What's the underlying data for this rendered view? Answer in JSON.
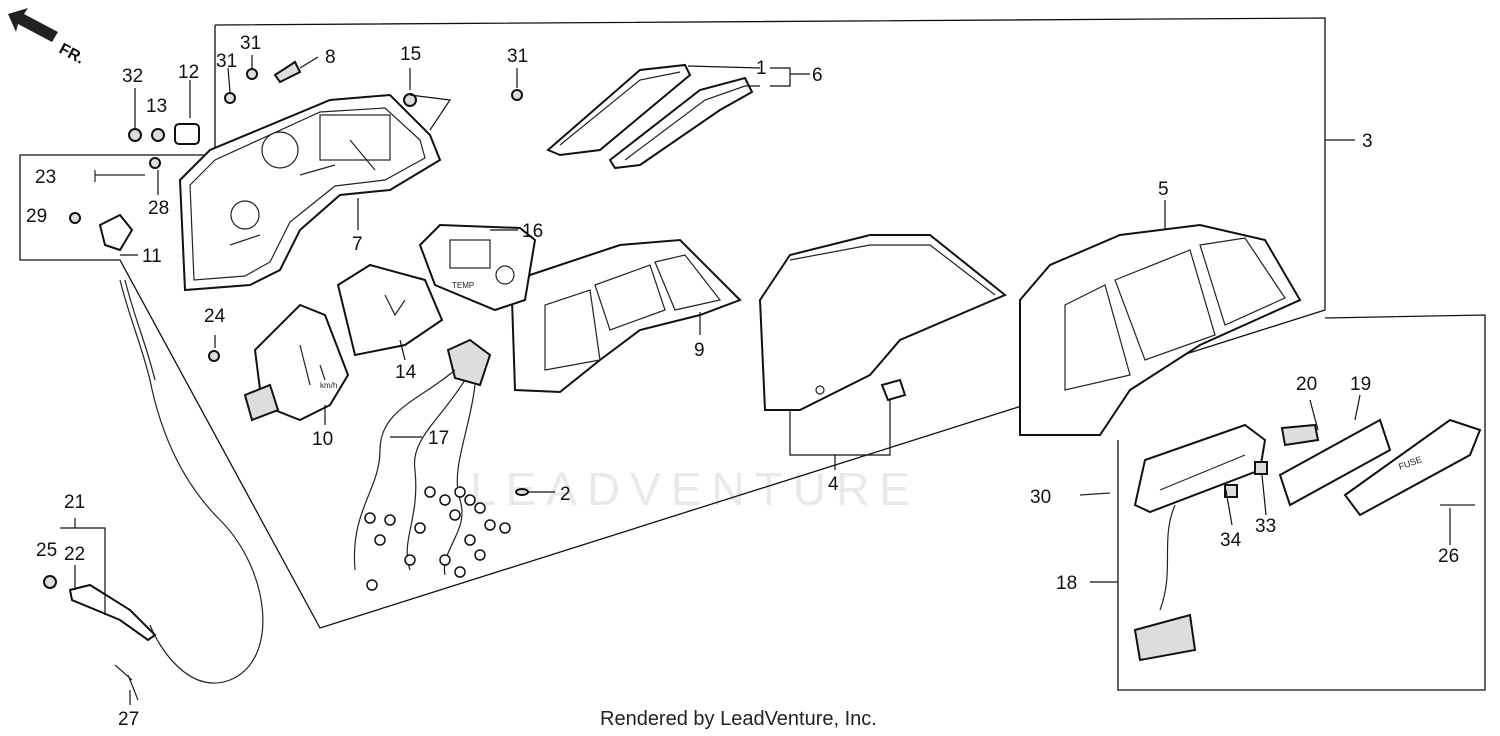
{
  "diagram": {
    "direction_label": "FR.",
    "watermark_text": "LEADVENTURE",
    "credit": "Rendered by LeadVenture, Inc.",
    "callouts": [
      {
        "id": "c1",
        "text": "1"
      },
      {
        "id": "c2",
        "text": "2"
      },
      {
        "id": "c3",
        "text": "3"
      },
      {
        "id": "c4",
        "text": "4"
      },
      {
        "id": "c5",
        "text": "5"
      },
      {
        "id": "c6",
        "text": "6"
      },
      {
        "id": "c7",
        "text": "7"
      },
      {
        "id": "c8",
        "text": "8"
      },
      {
        "id": "c9",
        "text": "9"
      },
      {
        "id": "c10",
        "text": "10"
      },
      {
        "id": "c11",
        "text": "11"
      },
      {
        "id": "c12",
        "text": "12"
      },
      {
        "id": "c13",
        "text": "13"
      },
      {
        "id": "c14",
        "text": "14"
      },
      {
        "id": "c15",
        "text": "15"
      },
      {
        "id": "c16",
        "text": "16"
      },
      {
        "id": "c17",
        "text": "17"
      },
      {
        "id": "c18",
        "text": "18"
      },
      {
        "id": "c19",
        "text": "19"
      },
      {
        "id": "c20",
        "text": "20"
      },
      {
        "id": "c21",
        "text": "21"
      },
      {
        "id": "c22",
        "text": "22"
      },
      {
        "id": "c23",
        "text": "23"
      },
      {
        "id": "c24",
        "text": "24"
      },
      {
        "id": "c25",
        "text": "25"
      },
      {
        "id": "c26",
        "text": "26"
      },
      {
        "id": "c27",
        "text": "27"
      },
      {
        "id": "c28",
        "text": "28"
      },
      {
        "id": "c29",
        "text": "29"
      },
      {
        "id": "c30",
        "text": "30"
      },
      {
        "id": "c31a",
        "text": "31"
      },
      {
        "id": "c31b",
        "text": "31"
      },
      {
        "id": "c31c",
        "text": "31"
      },
      {
        "id": "c32",
        "text": "32"
      },
      {
        "id": "c33",
        "text": "33"
      },
      {
        "id": "c34",
        "text": "34"
      }
    ],
    "panel_labels": {
      "fuse": "FUSE",
      "km": "km/h",
      "temp": "TEMP"
    }
  }
}
